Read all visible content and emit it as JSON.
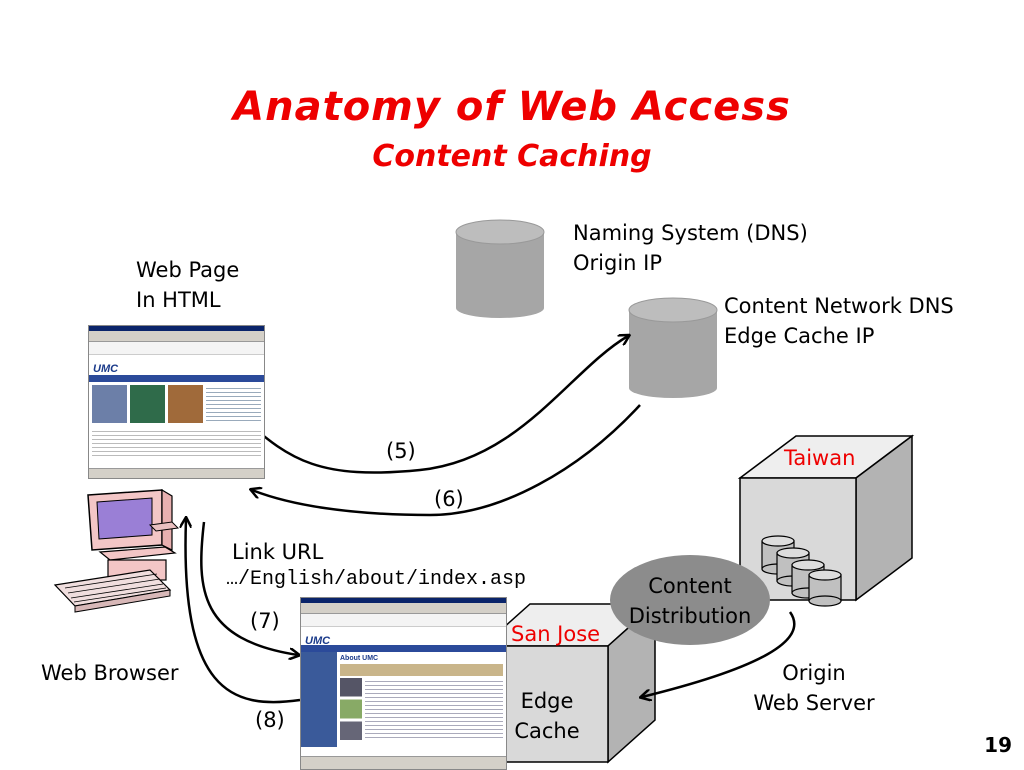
{
  "slide": {
    "title": "Anatomy of Web Access",
    "subtitle": "Content Caching",
    "page_number": "19"
  },
  "labels": {
    "web_page": [
      "Web Page",
      "In HTML"
    ],
    "naming_system": [
      "Naming System (DNS)",
      "Origin IP"
    ],
    "content_network": [
      "Content Network DNS",
      "Edge Cache IP"
    ],
    "step5": "(5)",
    "step6": "(6)",
    "step7": "(7)",
    "step8": "(8)",
    "link_url": "Link URL",
    "url_path": "…/English/about/index.asp",
    "web_browser": "Web Browser",
    "taiwan": "Taiwan",
    "san_jose": "San Jose",
    "edge_cache": [
      "Edge",
      "Cache"
    ],
    "content_distribution": [
      "Content",
      "Distribution"
    ],
    "origin_server": [
      "Origin",
      "Web Server"
    ]
  },
  "screenshots": {
    "logo": "UMC",
    "about": "About UMC"
  },
  "colors": {
    "title": "#ee0000",
    "location_label": "#ee0000",
    "cylinder": "#a6a6a6",
    "cube_front": "#d9d9d9",
    "cube_side": "#b3b3b3",
    "ellipse": "#8c8c8c"
  }
}
